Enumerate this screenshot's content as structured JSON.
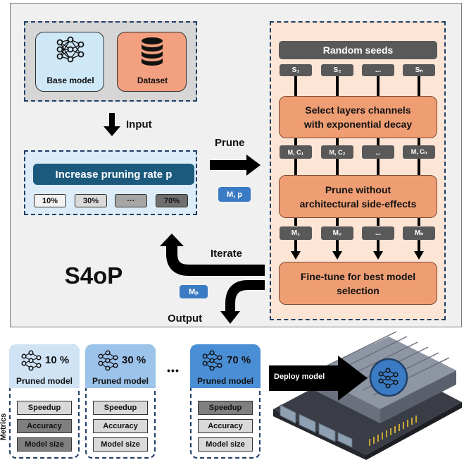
{
  "input": {
    "base_model_label": "Base model",
    "dataset_label": "Dataset"
  },
  "labels": {
    "input": "Input",
    "prune": "Prune",
    "iterate": "Iterate",
    "output": "Output",
    "title": "S4oP"
  },
  "rate": {
    "title": "Increase pruning rate p",
    "chips": [
      "10%",
      "30%",
      "···",
      "70%"
    ],
    "chip_mp": "M, p",
    "chip_mout": "Mₚ"
  },
  "pipeline": {
    "random_seeds": "Random seeds",
    "seeds": [
      "S₁",
      "S₂",
      "...",
      "Sₙ"
    ],
    "select_line1": "Select layers channels",
    "select_line2": "with exponential decay",
    "mc": [
      "M, C₁",
      "M, C₂",
      "...",
      "M, Cₙ"
    ],
    "prune_line1": "Prune without",
    "prune_line2": "architectural side-effects",
    "models": [
      "M₁",
      "M₂",
      "...",
      "Mₙ"
    ],
    "finetune_line1": "Fine-tune for best model",
    "finetune_line2": "selection"
  },
  "results": {
    "cards": [
      {
        "pct": "10 %",
        "label": "Pruned model",
        "metrics": [
          "Speedup",
          "Accuracy",
          "Model size"
        ]
      },
      {
        "pct": "30 %",
        "label": "Pruned model",
        "metrics": [
          "Speedup",
          "Accuracy",
          "Model size"
        ]
      },
      {
        "pct": "70 %",
        "label": "Pruned model",
        "metrics": [
          "Speedup",
          "Accuracy",
          "Model size"
        ]
      }
    ],
    "ellipsis": "•••",
    "side_label": "Metrics"
  },
  "deploy": {
    "label": "Deploy model"
  },
  "colors": {
    "navy": "#1e3f66",
    "orange": "#ef9e74",
    "blue_chip": "#3b7bc4",
    "dark_bar": "#595959"
  }
}
